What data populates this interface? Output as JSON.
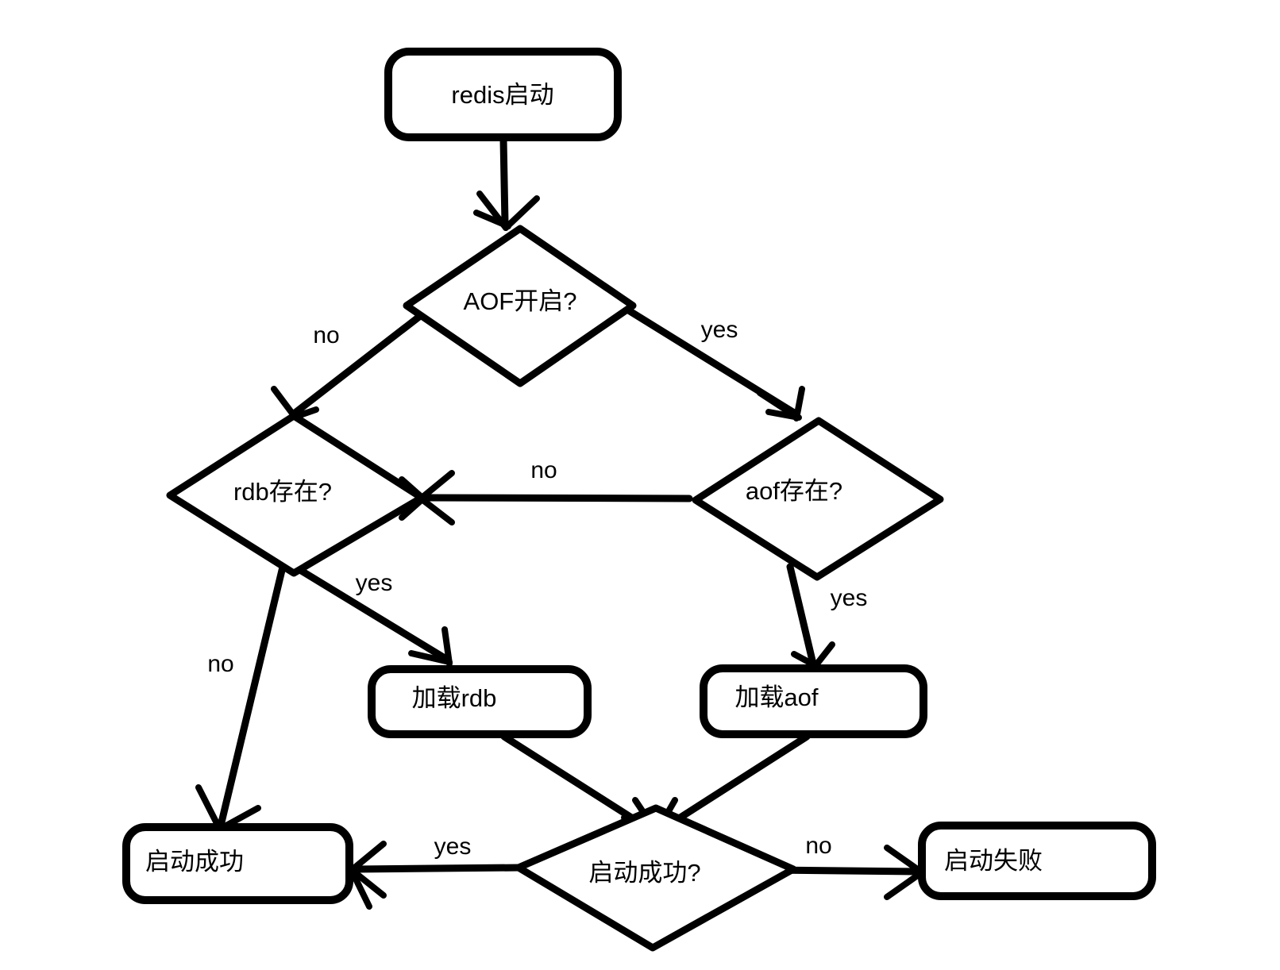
{
  "diagram": {
    "type": "flowchart",
    "title": "redis startup persistence loading flow",
    "background_color": "#ffffff",
    "stroke_color": "#000000",
    "style": "hand-drawn"
  },
  "nodes": [
    {
      "id": "start",
      "label": "redis启动",
      "shape": "rounded-rect"
    },
    {
      "id": "aof_enabled",
      "label": "AOF开启?",
      "shape": "diamond"
    },
    {
      "id": "rdb_exists",
      "label": "rdb存在?",
      "shape": "diamond"
    },
    {
      "id": "aof_exists",
      "label": "aof存在?",
      "shape": "diamond"
    },
    {
      "id": "load_rdb",
      "label": "加载rdb",
      "shape": "rounded-rect"
    },
    {
      "id": "load_aof",
      "label": "加载aof",
      "shape": "rounded-rect"
    },
    {
      "id": "start_ok",
      "label": "启动成功",
      "shape": "rounded-rect"
    },
    {
      "id": "start_ok_q",
      "label": "启动成功?",
      "shape": "diamond"
    },
    {
      "id": "start_fail",
      "label": "启动失败",
      "shape": "rounded-rect"
    }
  ],
  "edges": [
    {
      "id": "e1",
      "from": "start",
      "to": "aof_enabled",
      "label": ""
    },
    {
      "id": "e2",
      "from": "aof_enabled",
      "to": "rdb_exists",
      "label": "no"
    },
    {
      "id": "e3",
      "from": "aof_enabled",
      "to": "aof_exists",
      "label": "yes"
    },
    {
      "id": "e4",
      "from": "aof_exists",
      "to": "rdb_exists",
      "label": "no"
    },
    {
      "id": "e5",
      "from": "rdb_exists",
      "to": "load_rdb",
      "label": "yes"
    },
    {
      "id": "e6",
      "from": "rdb_exists",
      "to": "start_ok",
      "label": "no"
    },
    {
      "id": "e7",
      "from": "aof_exists",
      "to": "load_aof",
      "label": "yes"
    },
    {
      "id": "e8",
      "from": "load_rdb",
      "to": "start_ok_q",
      "label": ""
    },
    {
      "id": "e9",
      "from": "load_aof",
      "to": "start_ok_q",
      "label": ""
    },
    {
      "id": "e10",
      "from": "start_ok_q",
      "to": "start_ok",
      "label": "yes"
    },
    {
      "id": "e11",
      "from": "start_ok_q",
      "to": "start_fail",
      "label": "no"
    }
  ]
}
